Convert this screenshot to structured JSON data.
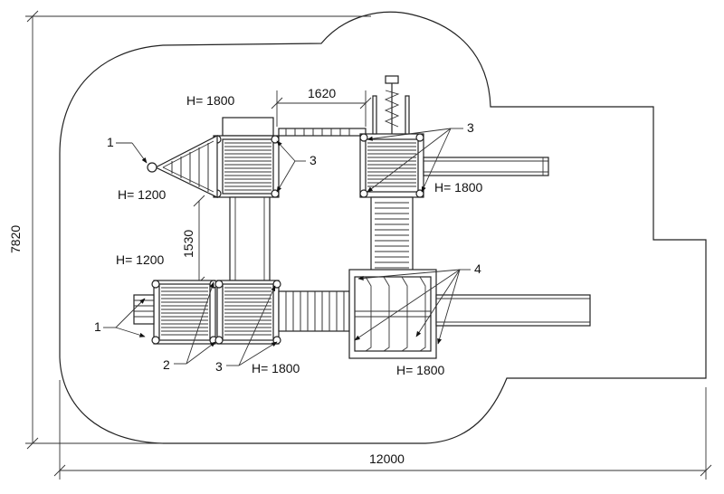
{
  "dimensions": {
    "width_total": "12000",
    "height_total": "7820",
    "gap_top": "1620",
    "gap_vertical": "1530"
  },
  "heights": {
    "top_left": "H= 1800",
    "top_right": "H= 1800",
    "left_upper": "H= 1200",
    "left_lower": "H= 1200",
    "bottom_center": "H= 1800",
    "bottom_right": "H= 1800"
  },
  "callouts": {
    "c1_top": "1",
    "c1_bottom": "1",
    "c2": "2",
    "c3_left": "3",
    "c3_right": "3",
    "c3_bottom": "3",
    "c4": "4"
  }
}
